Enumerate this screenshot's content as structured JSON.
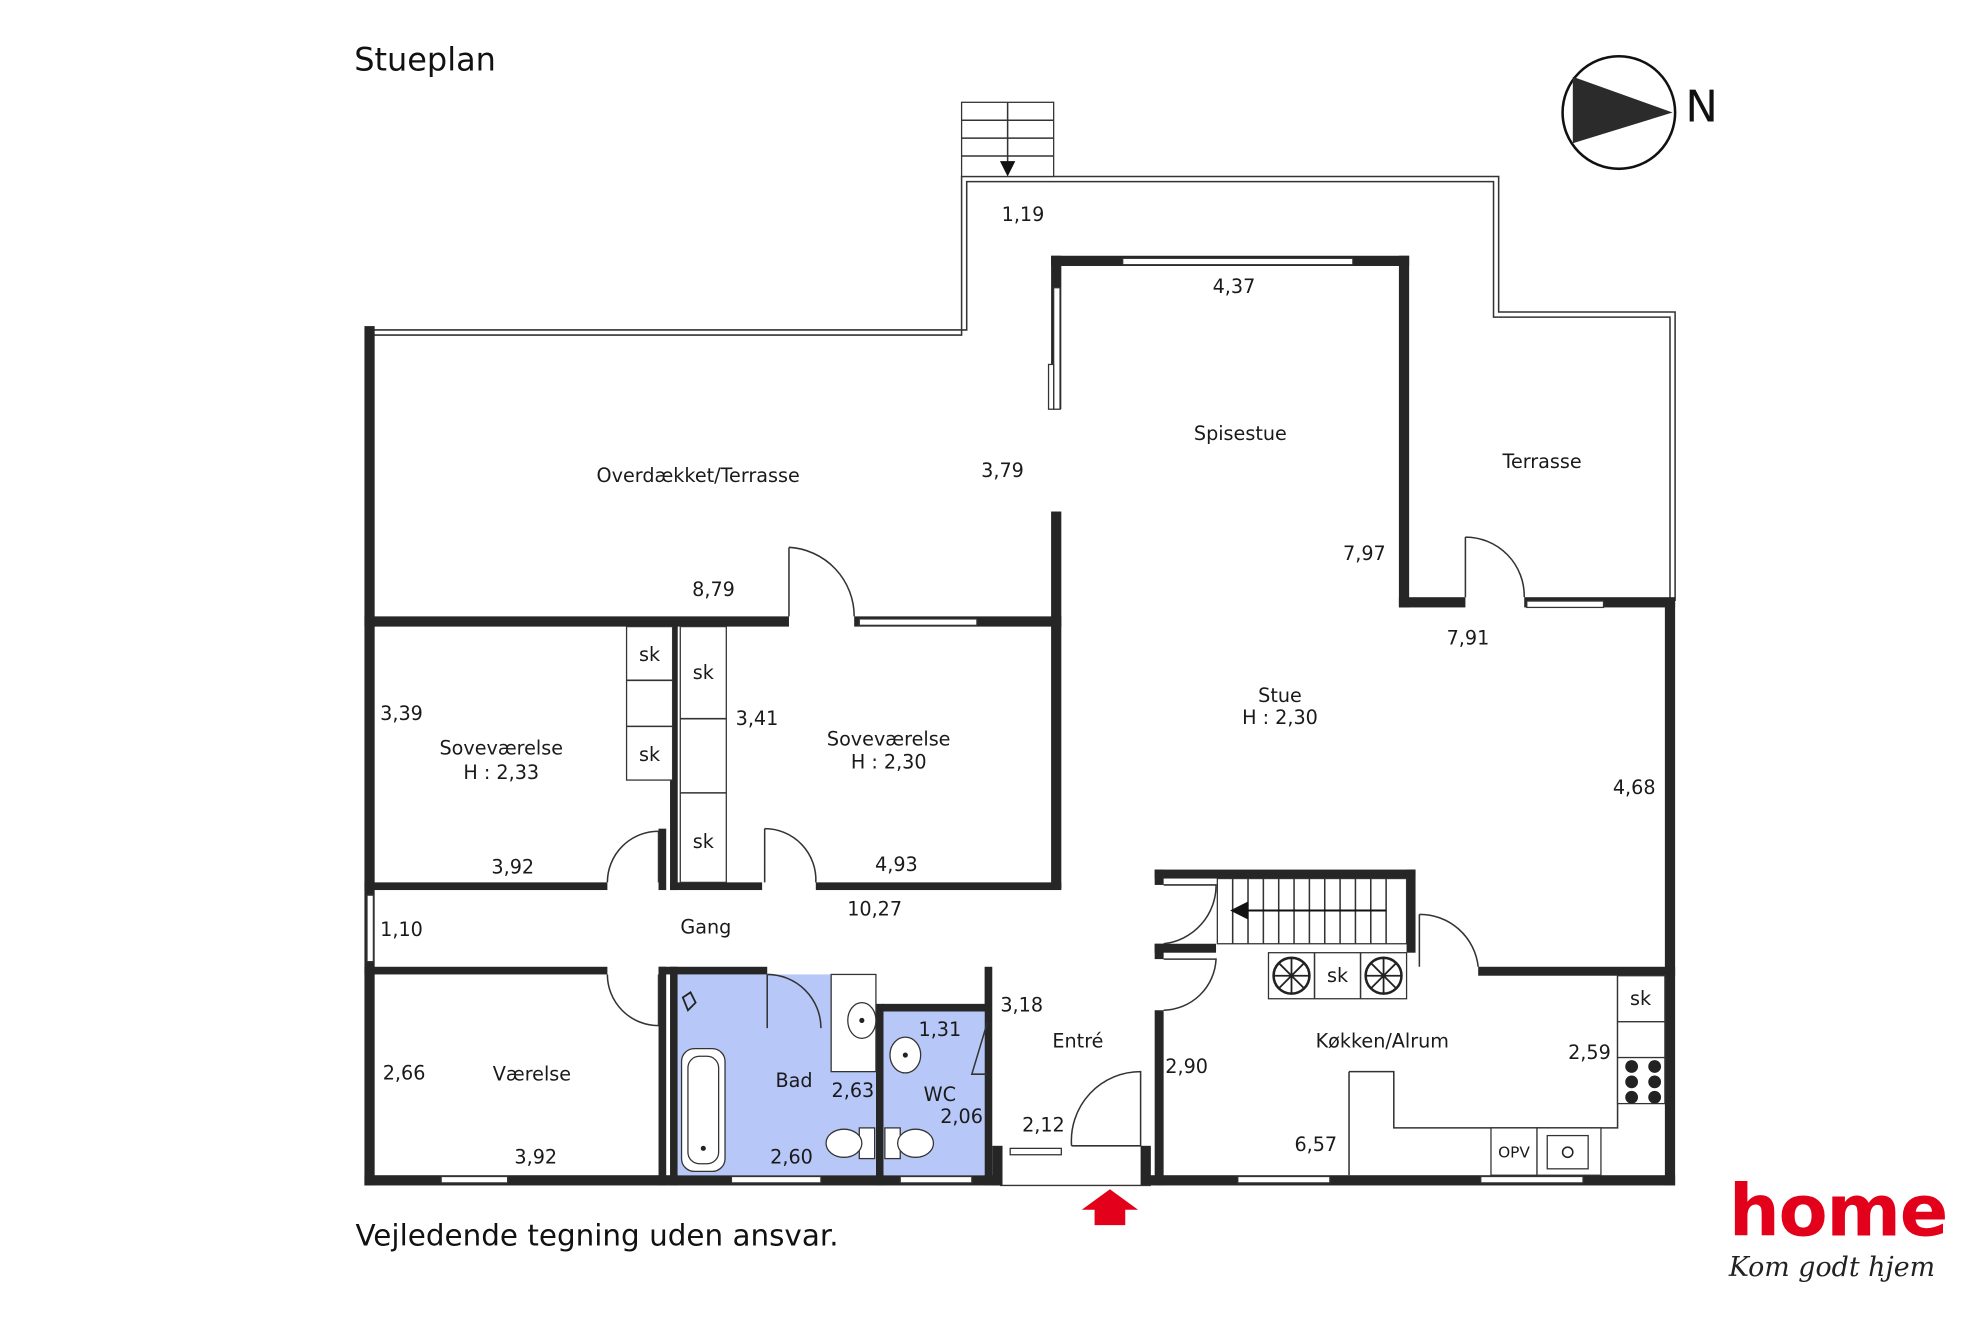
{
  "title": "Stueplan",
  "disclaimer": "Vejledende tegning uden ansvar.",
  "compass": {
    "label": "N",
    "icon": "north-arrow-icon"
  },
  "brand": {
    "name": "home",
    "tagline": "Kom godt hjem",
    "color": "#e2001a"
  },
  "colors": {
    "wall": "#262626",
    "wet_room": "#b7c7f7",
    "entrance_arrow": "#e2001a"
  },
  "rooms": {
    "covered_terrace": "Overdækket/Terrasse",
    "dining": "Spisestue",
    "terrace": "Terrasse",
    "living": "Stue",
    "living_height": "H : 2,30",
    "bedroom1": "Soveværelse",
    "bedroom1_height": "H : 2,33",
    "bedroom2": "Soveværelse",
    "bedroom2_height": "H : 2,30",
    "hall": "Gang",
    "room": "Værelse",
    "bath": "Bad",
    "wc": "WC",
    "entry": "Entré",
    "kitchen": "Køkken/Alrum"
  },
  "fixtures": {
    "closet": "sk",
    "opv": "OPV"
  },
  "dimensions": {
    "d_1_19": "1,19",
    "d_4_37": "4,37",
    "d_3_79": "3,79",
    "d_7_97": "7,97",
    "d_8_79": "8,79",
    "d_7_91": "7,91",
    "d_3_39": "3,39",
    "d_3_41": "3,41",
    "d_4_68": "4,68",
    "d_3_92_a": "3,92",
    "d_4_93": "4,93",
    "d_1_10": "1,10",
    "d_10_27": "10,27",
    "d_3_18": "3,18",
    "d_1_31": "1,31",
    "d_2_66": "2,66",
    "d_2_63": "2,63",
    "d_2_06": "2,06",
    "d_2_12": "2,12",
    "d_2_90": "2,90",
    "d_2_59": "2,59",
    "d_3_92_b": "3,92",
    "d_2_60": "2,60",
    "d_6_57": "6,57"
  }
}
